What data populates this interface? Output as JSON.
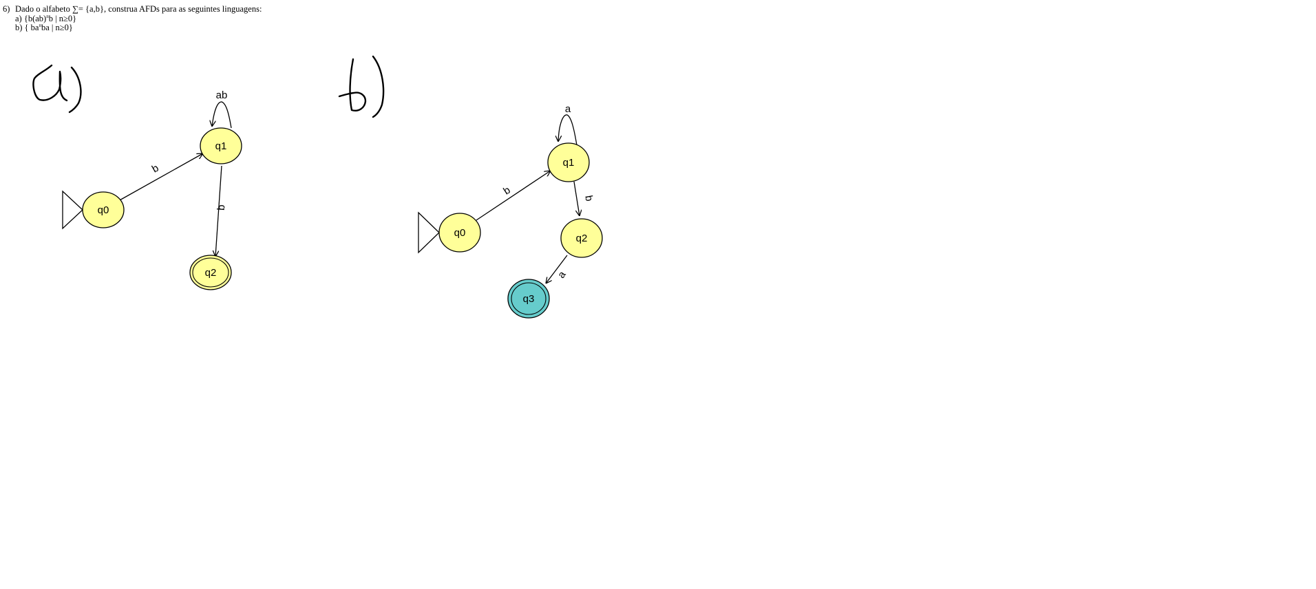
{
  "question": {
    "number": "6)",
    "intro": "Dado o alfabeto ∑= {a,b}, construa AFDs para as seguintes linguagens:",
    "item_a": {
      "prefix": "a) {b(ab)",
      "sup": "n",
      "suffix": "b | n≥0}"
    },
    "item_b": {
      "prefix": "b) { ba",
      "sup": "n",
      "suffix": "ba | n≥0}"
    }
  },
  "handwritten_labels": {
    "a": "a)",
    "b": "b)"
  },
  "automaton_a": {
    "states": [
      {
        "id": "q0",
        "label": "q0",
        "initial": true,
        "final": false,
        "fill": "#ffff99"
      },
      {
        "id": "q1",
        "label": "q1",
        "initial": false,
        "final": false,
        "fill": "#ffff99"
      },
      {
        "id": "q2",
        "label": "q2",
        "initial": false,
        "final": true,
        "fill": "#ffff99"
      }
    ],
    "transitions": [
      {
        "from": "q0",
        "to": "q1",
        "label": "b"
      },
      {
        "from": "q1",
        "to": "q1",
        "label": "ab"
      },
      {
        "from": "q1",
        "to": "q2",
        "label": "b"
      }
    ]
  },
  "automaton_b": {
    "states": [
      {
        "id": "q0",
        "label": "q0",
        "initial": true,
        "final": false,
        "fill": "#ffff99"
      },
      {
        "id": "q1",
        "label": "q1",
        "initial": false,
        "final": false,
        "fill": "#ffff99"
      },
      {
        "id": "q2",
        "label": "q2",
        "initial": false,
        "final": false,
        "fill": "#ffff99"
      },
      {
        "id": "q3",
        "label": "q3",
        "initial": false,
        "final": true,
        "fill": "#66cccc"
      }
    ],
    "transitions": [
      {
        "from": "q0",
        "to": "q1",
        "label": "b"
      },
      {
        "from": "q1",
        "to": "q1",
        "label": "a"
      },
      {
        "from": "q1",
        "to": "q2",
        "label": "b"
      },
      {
        "from": "q2",
        "to": "q3",
        "label": "a"
      }
    ]
  },
  "colors": {
    "stroke": "#000000",
    "state_fill": "#ffff99",
    "final_fill_b": "#66cccc"
  }
}
